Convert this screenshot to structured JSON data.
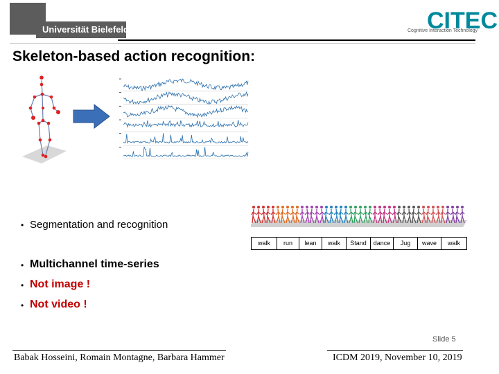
{
  "header": {
    "university_logo_text": "Universität Bielefeld",
    "citec_logo_text": "CITEC",
    "citec_tagline": "Cognitive Interaction Technology",
    "brand_color": "#00899b"
  },
  "title": "Skeleton-based action recognition:",
  "illustration": {
    "skeleton_joint_color": "#e02020",
    "skeleton_bone_color": "#6a7fb0",
    "arrow_color": "#3b6fb8",
    "timeseries_color": "#2a6fad",
    "timeseries_channels": 6
  },
  "bullets": [
    {
      "text": "Segmentation and recognition",
      "color": "#000000"
    },
    {
      "text": "Multichannel time-series",
      "color": "#000000"
    },
    {
      "text": "Not image !",
      "color": "#c00000"
    },
    {
      "text": "Not video  !",
      "color": "#c00000"
    }
  ],
  "actions": [
    "walk",
    "run",
    "lean",
    "walk",
    "Stand",
    "dance",
    "Jug",
    "wave",
    "walk"
  ],
  "slide_number": "Slide 5",
  "footer": {
    "authors": "Babak Hosseini, Romain Montagne, Barbara Hammer",
    "conference": "ICDM 2019, November 10, 2019"
  }
}
